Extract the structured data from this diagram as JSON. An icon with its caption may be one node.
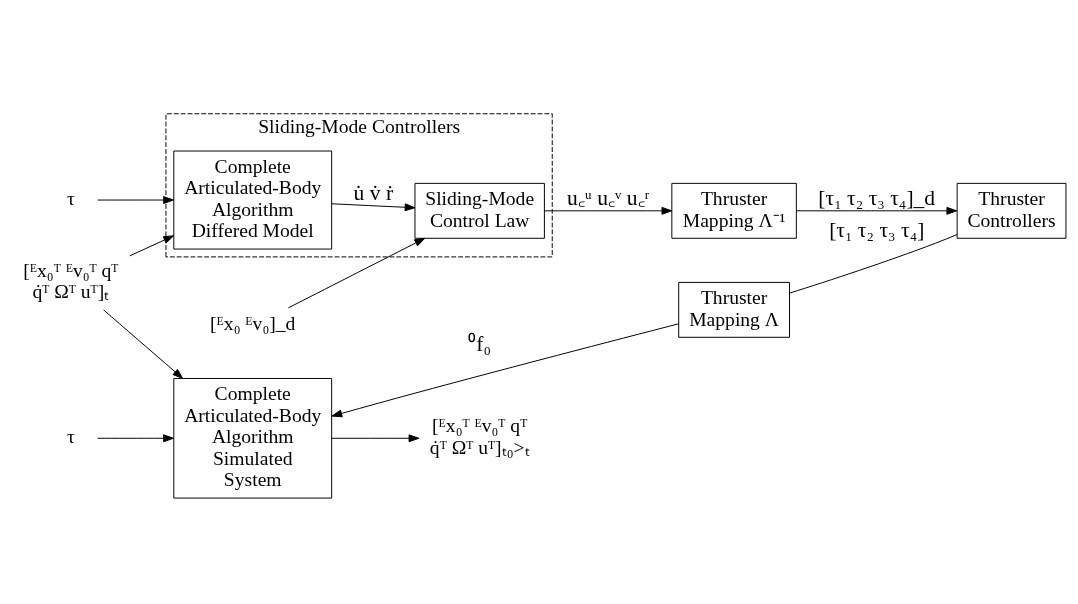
{
  "diagram": {
    "nodes": [
      {
        "text": [
          "[ᴱx₀ᵀ ᴱv₀ᵀ qᵀ q̇ᵀ Ωᵀ uᵀ]ₜ"
        ]
      },
      {
        "text": [
          "τ"
        ]
      },
      {
        "text": [
          "Sliding-Mode Controllers"
        ]
      },
      {
        "text": [
          "Complete Articulated-Body Algorithm Differed Model"
        ],
        "in": 2
      },
      {
        "text": [
          "Sliding-Mode Control Law"
        ],
        "in": 2
      },
      {
        "text": [
          "[ᴱx₀ ᴱv₀]_d"
        ]
      },
      {
        "text": [
          "Thruster Mapping Λ⁻¹"
        ]
      },
      {
        "text": [
          "Thruster Controllers"
        ]
      },
      {
        "text": [
          "Thruster Mapping Λ"
        ]
      },
      {
        "text": [
          "Complete Articulated-Body Algorithm Simulated System"
        ]
      },
      {
        "text": [
          "τ"
        ]
      },
      {
        "text": [
          "[ᴱx₀ᵀ ᴱv₀ᵀ qᵀ q̇ᵀ Ωᵀ uᵀ]ₜ₀>ₜ"
        ]
      }
    ],
    "edges": [
      {
        "from": 0,
        "to": 9,
        "arrow": "to"
      },
      {
        "from": 0,
        "to": 3,
        "arrow": "to"
      },
      {
        "from": 1,
        "to": 3,
        "arrow": "to"
      },
      {
        "from": 3,
        "to": 4,
        "arrow": "to",
        "label": "u̇ v̇ ṙ"
      },
      {
        "from": 5,
        "to": 4,
        "arrow": "to"
      },
      {
        "from": 4,
        "to": 6,
        "arrow": "to",
        "label": "u꜀ᵘ u꜀ᵛ u꜀ʳ"
      },
      {
        "from": 6,
        "to": 7,
        "arrow": "to",
        "label": "[τ₁ τ₂ τ₃ τ₄]_d"
      },
      {
        "from": 7,
        "to": 8,
        "arrow": "none",
        "label": "[τ₁ τ₂ τ₃ τ₄]"
      },
      {
        "from": 8,
        "to": 9,
        "arrow": "to",
        "label": "⁰f₀"
      },
      {
        "from": 10,
        "to": 9,
        "arrow": "to"
      },
      {
        "from": 9,
        "to": 11,
        "arrow": "to"
      }
    ]
  }
}
